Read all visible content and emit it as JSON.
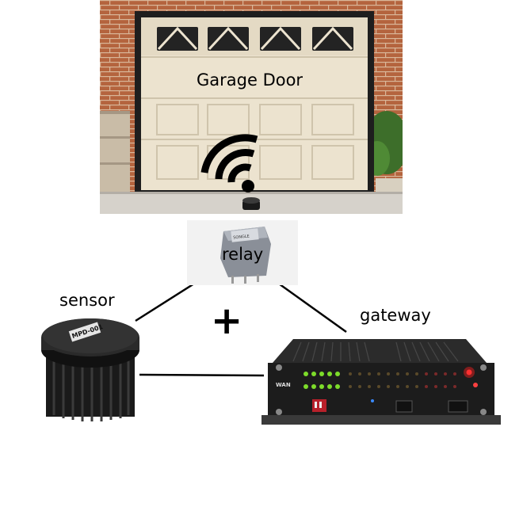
{
  "labels": {
    "garage_door": "Garage Door",
    "relay": "relay",
    "sensor": "sensor",
    "gateway": "gateway",
    "plus": "+"
  },
  "relay_part_text": "SONGLE",
  "sensor_cap_text": "MPD-001",
  "gateway_brand": "WAN",
  "colors": {
    "brick": "#b0603c",
    "door": "#ece3cf",
    "led_green": "#7ddc2a",
    "led_red": "#ff2020",
    "device_dark": "#1c1c1c"
  },
  "icons": {
    "wifi": "wifi-icon",
    "plus": "plus-icon"
  }
}
